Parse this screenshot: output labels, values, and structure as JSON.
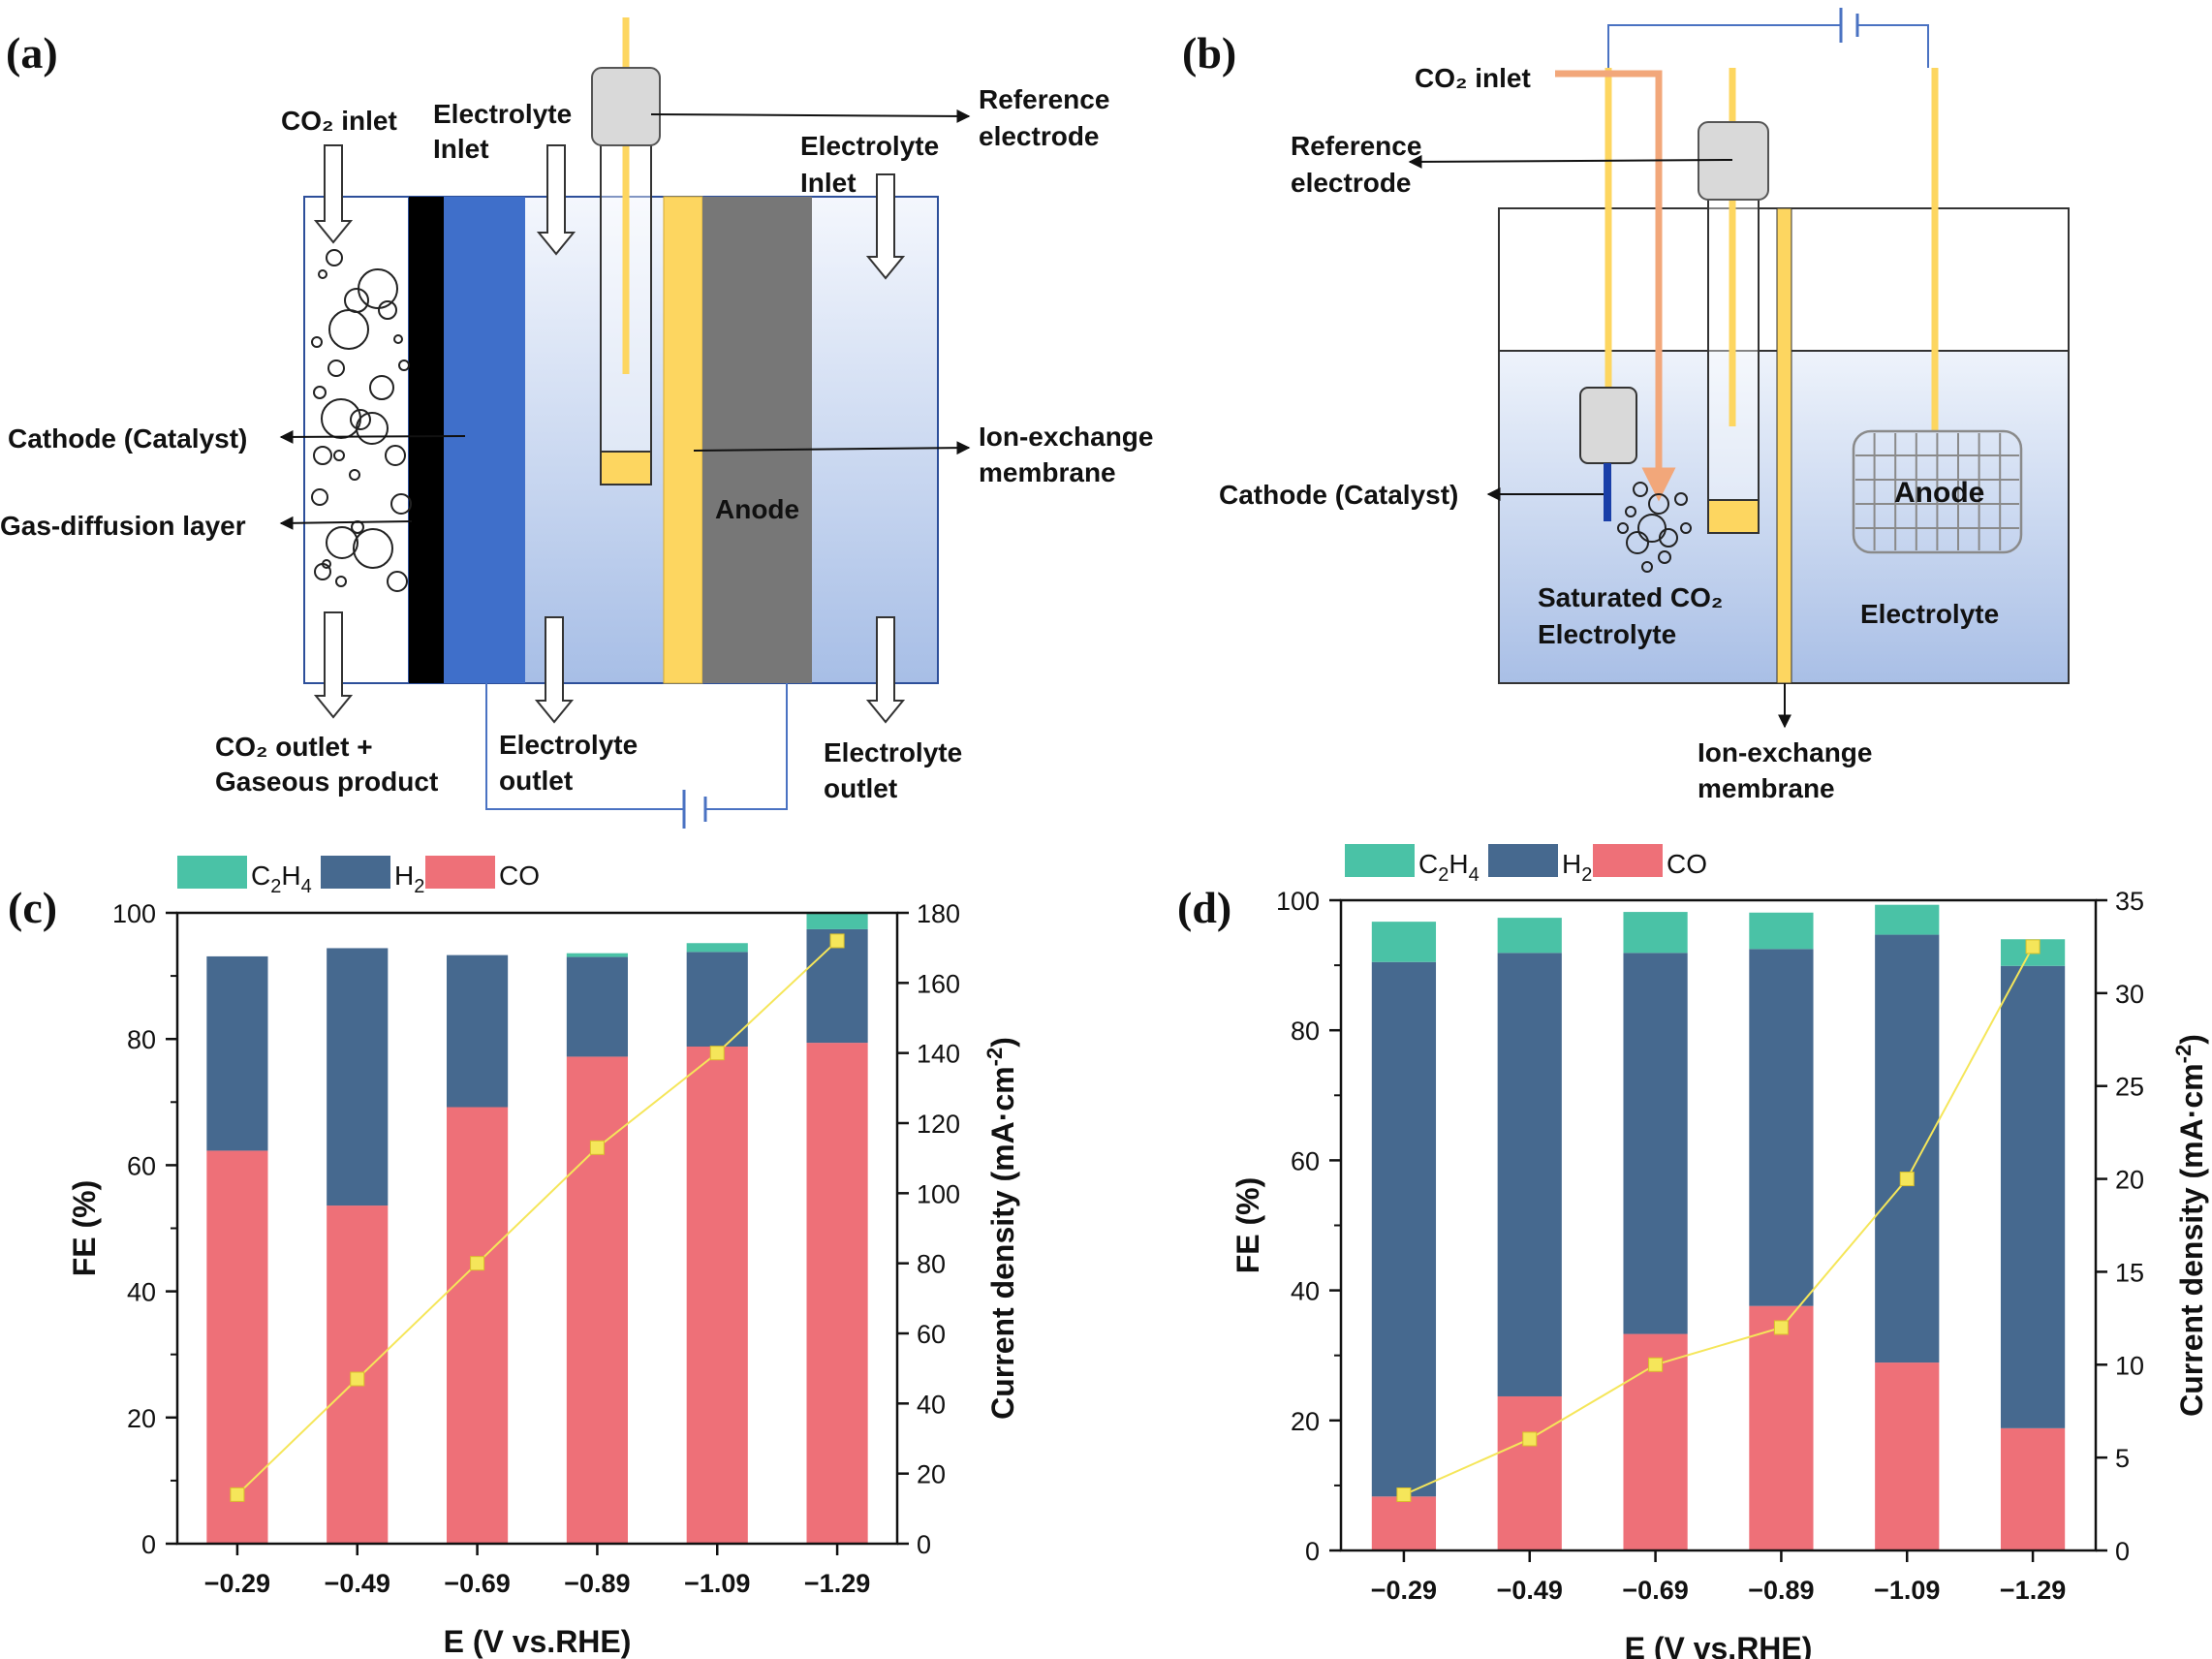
{
  "panel_a": {
    "tag": "(a)",
    "co2_inlet": "CO₂ inlet",
    "electrolyte_inlet_1": [
      "Electrolyte",
      "Inlet"
    ],
    "electrolyte_inlet_2": [
      "Electrolyte",
      "Inlet"
    ],
    "reference_electrode": [
      "Reference",
      "electrode"
    ],
    "cathode": "Cathode (Catalyst)",
    "gdl": "Gas-diffusion layer",
    "ion_membrane": [
      "Ion-exchange",
      "membrane"
    ],
    "anode": "Anode",
    "co2_outlet": [
      "CO₂ outlet +",
      "Gaseous product"
    ],
    "electrolyte_outlet_1": [
      "Electrolyte",
      "outlet"
    ],
    "electrolyte_outlet_2": [
      "Electrolyte",
      "outlet"
    ]
  },
  "panel_b": {
    "tag": "(b)",
    "co2_inlet": "CO₂ inlet",
    "reference_electrode": [
      "Reference",
      "electrode"
    ],
    "cathode": "Cathode (Catalyst)",
    "anode": "Anode",
    "saturated": [
      "Saturated CO₂",
      "Electrolyte"
    ],
    "electrolyte": "Electrolyte",
    "ion_membrane": [
      "Ion-exchange",
      "membrane"
    ]
  },
  "colors": {
    "co": "#ee7078",
    "h2": "#46698f",
    "c2h4": "#4ac2a6",
    "line": "#f5e65a",
    "membrane": "#fdd660",
    "cathode_blue": "#3f6fca",
    "anode_gray": "#777777"
  },
  "chart_data": [
    {
      "tag": "(c)",
      "type": "bar",
      "stacked": true,
      "categories": [
        "−0.29",
        "−0.49",
        "−0.69",
        "−0.89",
        "−1.09",
        "−1.29"
      ],
      "series": [
        {
          "name": "CO",
          "values": [
            62.3,
            53.6,
            69.2,
            77.2,
            78.8,
            79.4
          ]
        },
        {
          "name": "H2",
          "values": [
            30.8,
            40.8,
            24.1,
            15.8,
            15.0,
            18.0
          ]
        },
        {
          "name": "C2H4",
          "values": [
            0,
            0,
            0,
            0.6,
            1.4,
            2.6
          ]
        }
      ],
      "line_series": {
        "name": "Current density",
        "values": [
          14,
          47,
          80,
          113,
          140,
          172
        ]
      },
      "legend": [
        {
          "name": "C2H4",
          "main": "C",
          "sub1": "2",
          "mid": "H",
          "sub2": "4"
        },
        {
          "name": "H2",
          "main": "H",
          "sub1": "2",
          "mid": "",
          "sub2": ""
        },
        {
          "name": "CO",
          "main": "CO",
          "sub1": "",
          "mid": "",
          "sub2": ""
        }
      ],
      "xlabel": "E (V vs.RHE)",
      "ylabel": "FE (%)",
      "y2label": "Current density (mA·cm",
      "y2label_sup": "-2",
      "y2label_end": ")",
      "ylim": [
        0,
        100
      ],
      "y2lim": [
        0,
        180
      ],
      "yticks": [
        "0",
        "20",
        "40",
        "60",
        "80",
        "100"
      ],
      "y2ticks": [
        "0",
        "20",
        "40",
        "60",
        "80",
        "100",
        "120",
        "140",
        "160",
        "180"
      ]
    },
    {
      "tag": "(d)",
      "type": "bar",
      "stacked": true,
      "categories": [
        "−0.29",
        "−0.49",
        "−0.69",
        "−0.89",
        "−1.09",
        "−1.29"
      ],
      "series": [
        {
          "name": "CO",
          "values": [
            8.3,
            23.7,
            33.3,
            37.6,
            28.9,
            18.8
          ]
        },
        {
          "name": "H2",
          "values": [
            82.2,
            68.2,
            58.6,
            54.9,
            65.8,
            71.1
          ]
        },
        {
          "name": "C2H4",
          "values": [
            6.2,
            5.4,
            6.3,
            5.6,
            4.6,
            4.1
          ]
        }
      ],
      "line_series": {
        "name": "Current density",
        "values": [
          3,
          6,
          10,
          12,
          20,
          32.5
        ]
      },
      "legend": [
        {
          "name": "C2H4",
          "main": "C",
          "sub1": "2",
          "mid": "H",
          "sub2": "4"
        },
        {
          "name": "H2",
          "main": "H",
          "sub1": "2",
          "mid": "",
          "sub2": ""
        },
        {
          "name": "CO",
          "main": "CO",
          "sub1": "",
          "mid": "",
          "sub2": ""
        }
      ],
      "xlabel": "E (V vs.RHE)",
      "ylabel": "FE (%)",
      "y2label": "Current density (mA·cm",
      "y2label_sup": "-2",
      "y2label_end": ")",
      "ylim": [
        0,
        100
      ],
      "y2lim": [
        0,
        35
      ],
      "yticks": [
        "0",
        "20",
        "40",
        "60",
        "80",
        "100"
      ],
      "y2ticks": [
        "0",
        "5",
        "10",
        "15",
        "20",
        "25",
        "30",
        "35"
      ]
    }
  ]
}
